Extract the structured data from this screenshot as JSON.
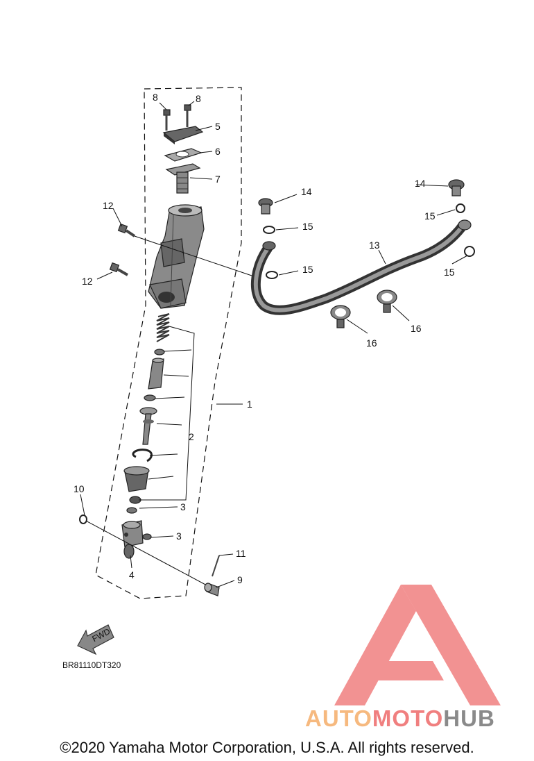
{
  "callouts": [
    {
      "id": "c8a",
      "text": "8"
    },
    {
      "id": "c8b",
      "text": "8"
    },
    {
      "id": "c5",
      "text": "5"
    },
    {
      "id": "c6",
      "text": "6"
    },
    {
      "id": "c7",
      "text": "7"
    },
    {
      "id": "c12a",
      "text": "12"
    },
    {
      "id": "c12b",
      "text": "12"
    },
    {
      "id": "c14a",
      "text": "14"
    },
    {
      "id": "c14b",
      "text": "14"
    },
    {
      "id": "c15a",
      "text": "15"
    },
    {
      "id": "c15b",
      "text": "15"
    },
    {
      "id": "c15c",
      "text": "15"
    },
    {
      "id": "c15d",
      "text": "15"
    },
    {
      "id": "c13",
      "text": "13"
    },
    {
      "id": "c16a",
      "text": "16"
    },
    {
      "id": "c16b",
      "text": "16"
    },
    {
      "id": "c1",
      "text": "1"
    },
    {
      "id": "c2",
      "text": "2"
    },
    {
      "id": "c3a",
      "text": "3"
    },
    {
      "id": "c3b",
      "text": "3"
    },
    {
      "id": "c10",
      "text": "10"
    },
    {
      "id": "c4",
      "text": "4"
    },
    {
      "id": "c11",
      "text": "11"
    },
    {
      "id": "c9",
      "text": "9"
    }
  ],
  "fwd_arrow_text": "FWD",
  "diagram_code": "BR81110DT320",
  "watermark": {
    "part1": "AUTO",
    "part2": "MOTO",
    "part3": "HUB",
    "color1": "#f6b97f",
    "color2": "#f07f7f",
    "color3": "#8a8a8a"
  },
  "copyright": "©2020 Yamaha Motor Corporation, U.S.A. All rights reserved."
}
